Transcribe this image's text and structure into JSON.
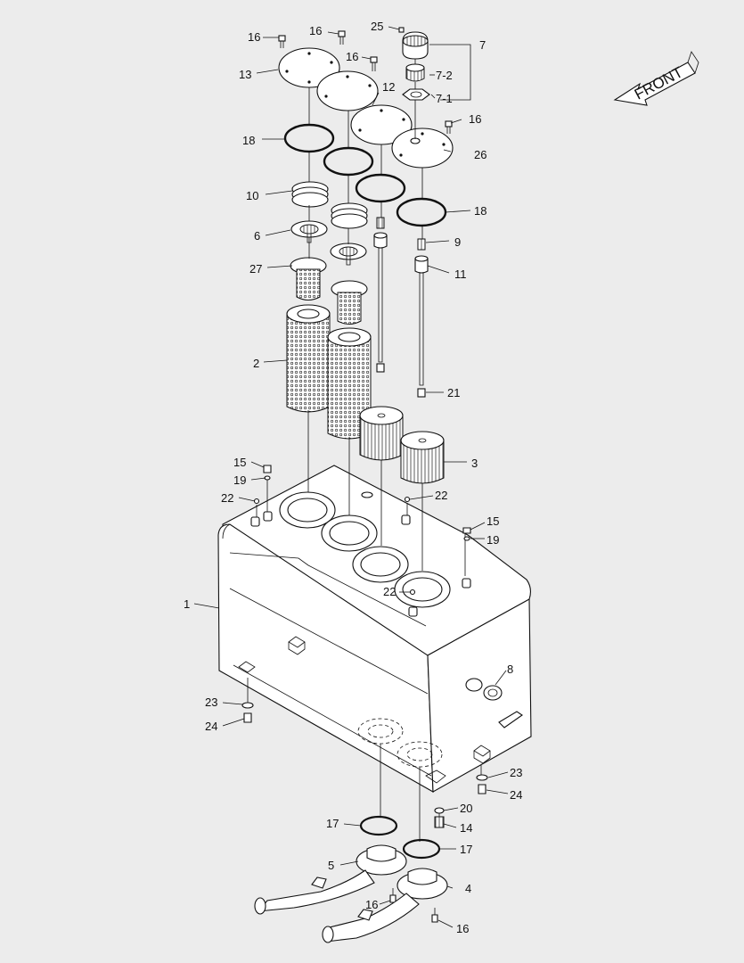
{
  "front_label": "FRONT",
  "callouts": [
    {
      "id": "c1",
      "text": "1"
    },
    {
      "id": "c2",
      "text": "2"
    },
    {
      "id": "c3",
      "text": "3"
    },
    {
      "id": "c4",
      "text": "4"
    },
    {
      "id": "c5",
      "text": "5"
    },
    {
      "id": "c6",
      "text": "6"
    },
    {
      "id": "c7",
      "text": "7"
    },
    {
      "id": "c7-1",
      "text": "7-1"
    },
    {
      "id": "c7-2",
      "text": "7-2"
    },
    {
      "id": "c8",
      "text": "8"
    },
    {
      "id": "c9",
      "text": "9"
    },
    {
      "id": "c10",
      "text": "10"
    },
    {
      "id": "c11",
      "text": "11"
    },
    {
      "id": "c12",
      "text": "12"
    },
    {
      "id": "c13",
      "text": "13"
    },
    {
      "id": "c14",
      "text": "14"
    },
    {
      "id": "c15a",
      "text": "15"
    },
    {
      "id": "c15b",
      "text": "15"
    },
    {
      "id": "c16a",
      "text": "16"
    },
    {
      "id": "c16b",
      "text": "16"
    },
    {
      "id": "c16c",
      "text": "16"
    },
    {
      "id": "c16d",
      "text": "16"
    },
    {
      "id": "c16e",
      "text": "16"
    },
    {
      "id": "c16f",
      "text": "16"
    },
    {
      "id": "c17a",
      "text": "17"
    },
    {
      "id": "c17b",
      "text": "17"
    },
    {
      "id": "c18a",
      "text": "18"
    },
    {
      "id": "c18b",
      "text": "18"
    },
    {
      "id": "c19a",
      "text": "19"
    },
    {
      "id": "c19b",
      "text": "19"
    },
    {
      "id": "c20",
      "text": "20"
    },
    {
      "id": "c21",
      "text": "21"
    },
    {
      "id": "c22a",
      "text": "22"
    },
    {
      "id": "c22b",
      "text": "22"
    },
    {
      "id": "c22c",
      "text": "22"
    },
    {
      "id": "c23a",
      "text": "23"
    },
    {
      "id": "c23b",
      "text": "23"
    },
    {
      "id": "c24a",
      "text": "24"
    },
    {
      "id": "c24b",
      "text": "24"
    },
    {
      "id": "c25",
      "text": "25"
    },
    {
      "id": "c26",
      "text": "26"
    },
    {
      "id": "c27",
      "text": "27"
    }
  ]
}
